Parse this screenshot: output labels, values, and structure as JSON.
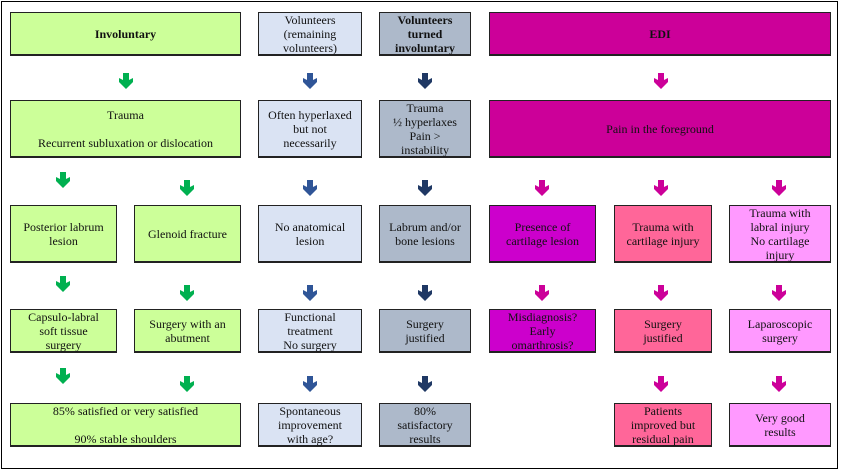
{
  "colors": {
    "involuntary": "#ccff99",
    "volunteers": "#dae3f3",
    "volunteers_turned": "#adb9ca",
    "edi": "#cc0099",
    "edi_cartilage_lesion": "#cc00cc",
    "edi_trauma_cartilage": "#ff6699",
    "edi_trauma_labral": "#ff99ff",
    "arrow_green": "#00b050",
    "arrow_blue": "#2f5597",
    "arrow_navy": "#1f3864",
    "arrow_magenta": "#cc0099"
  },
  "headers": {
    "involuntary": "Involuntary",
    "volunteers": "Volunteers\n(remaining\nvolunteers)",
    "volunteers_turned": "Volunteers\nturned\ninvoluntary",
    "edi": "EDI"
  },
  "row1": {
    "involuntary": "Trauma\n\nRecurrent subluxation or dislocation",
    "volunteers": "Often hyperlaxed\nbut not\nnecessarily",
    "volunteers_turned": "Trauma\n½ hyperlaxes\nPain >\ninstability",
    "edi": "Pain in the foreground"
  },
  "row2": {
    "posterior_labrum": "Posterior labrum\nlesion",
    "glenoid_fracture": "Glenoid fracture",
    "volunteers": "No anatomical\nlesion",
    "volunteers_turned": "Labrum and/or\nbone lesions",
    "edi_a": "Presence of\ncartilage lesion",
    "edi_b": "Trauma with\ncartilage injury",
    "edi_c": "Trauma with\nlabral injury\nNo cartilage\ninjury"
  },
  "row3": {
    "posterior_labrum": "Capsulo-labral\nsoft tissue\nsurgery",
    "glenoid_fracture": "Surgery with an\nabutment",
    "volunteers": "Functional\ntreatment\nNo surgery",
    "volunteers_turned": "Surgery\njustified",
    "edi_a": "Misdiagnosis?\nEarly\nomarthrosis?",
    "edi_b": "Surgery\njustified",
    "edi_c": "Laparoscopic\nsurgery"
  },
  "row4": {
    "involuntary": "85% satisfied or very satisfied\n\n90% stable shoulders",
    "volunteers": "Spontaneous\nimprovement\nwith age?",
    "volunteers_turned": "80%\nsatisfactory\nresults",
    "edi_b": "Patients\nimproved but\nresidual pain",
    "edi_c": "Very good\nresults"
  }
}
